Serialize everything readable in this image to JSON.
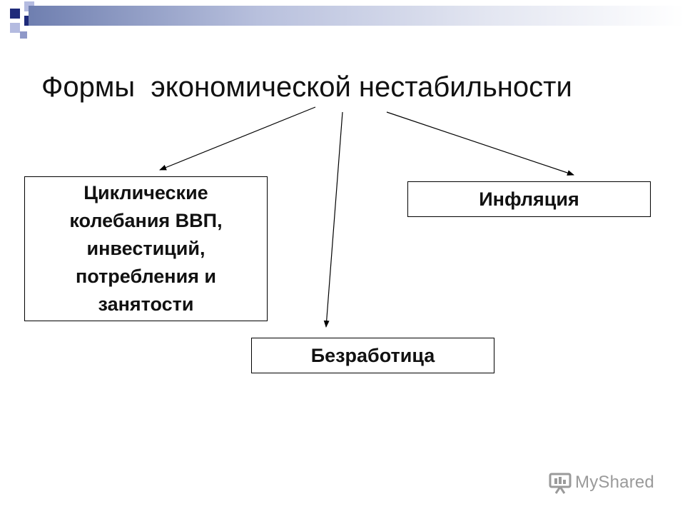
{
  "slide": {
    "title": "Формы  экономической нестабильности"
  },
  "nodes": {
    "cyclic": "Циклические колебания ВВП, инвестиций, потребления и занятости",
    "inflation": "Инфляция",
    "unemployment": "Безработица"
  },
  "edges": [
    {
      "from": "title",
      "to": "cyclic"
    },
    {
      "from": "title",
      "to": "unemployment"
    },
    {
      "from": "title",
      "to": "inflation"
    }
  ],
  "watermark": {
    "text": "MyShared"
  },
  "colors": {
    "accent_dark": "#1f2b7a",
    "accent_light": "#8f98c8",
    "band_start": "#6f7fb0"
  }
}
